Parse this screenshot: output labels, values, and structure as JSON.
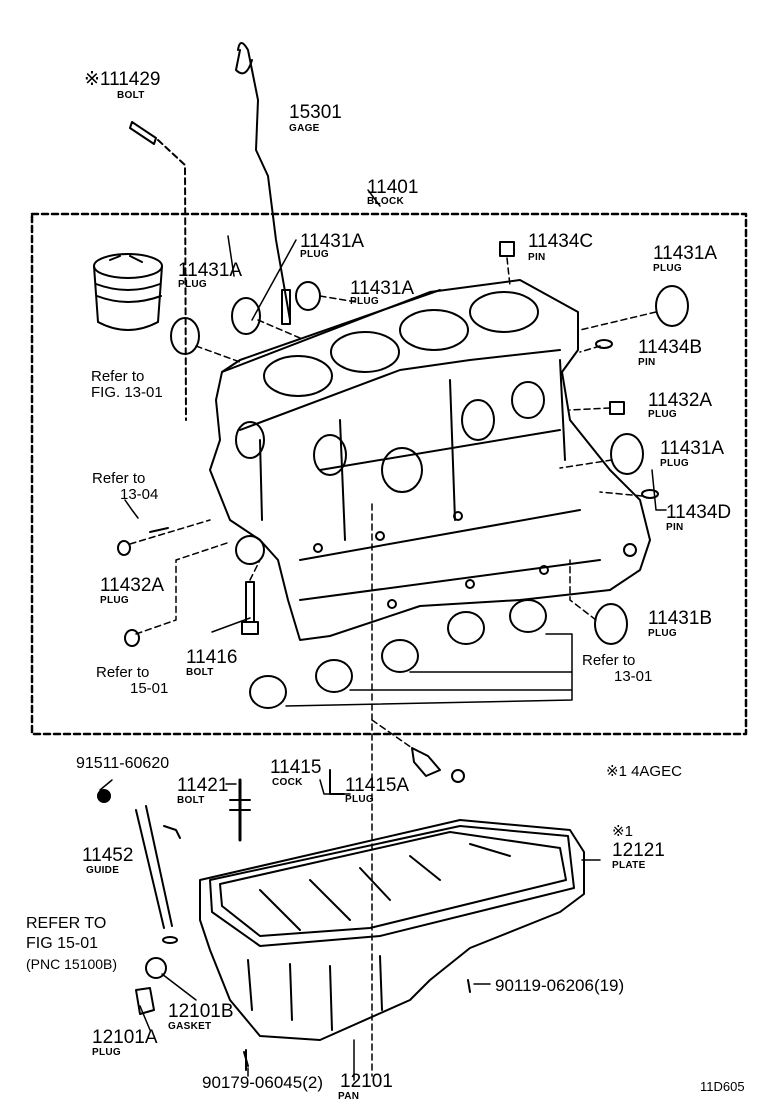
{
  "labels": {
    "p111429": "※111429",
    "bolt_111429": "BOLT",
    "p15301": "15301",
    "gage": "GAGE",
    "p11401": "11401",
    "block": "BLOCK",
    "p11431A_mid": "11431A",
    "plug_mid": "PLUG",
    "p11431A_left": "11431A",
    "plug_left": "PLUG",
    "p11431A_small": "11431A",
    "plug_small": "PLUG",
    "p11434C": "11434C",
    "pin_c": "PIN",
    "p11431A_right": "11431A",
    "plug_right": "PLUG",
    "p11434B": "11434B",
    "pin_b": "PIN",
    "p11432A_right": "11432A",
    "plug_11432A_right": "PLUG",
    "p11431A_right2": "11431A",
    "plug_right2": "PLUG",
    "p11434D": "11434D",
    "pin_d": "PIN",
    "ref_13_01_a1": "Refer to",
    "ref_13_01_a2": "FIG. 13-01",
    "ref_13_04_1": "Refer to",
    "ref_13_04_2": "13-04",
    "p11432A_left": "11432A",
    "plug_11432A_left": "PLUG",
    "ref_15_01_1": "Refer to",
    "ref_15_01_2": "15-01",
    "p11416": "11416",
    "bolt_11416": "BOLT",
    "p11431B": "11431B",
    "plug_11431B": "PLUG",
    "ref_13_01_b1": "Refer to",
    "ref_13_01_b2": "13-01",
    "p91511": "91511-60620",
    "p11421": "11421",
    "bolt_11421": "BOLT",
    "p11415": "11415",
    "cock": "COCK",
    "p11415A": "11415A",
    "plug_11415A": "PLUG",
    "note_4agec": "※1  4AGEC",
    "mark1": "※1",
    "p12121": "12121",
    "plate": "PLATE",
    "p11452": "11452",
    "guide": "GUIDE",
    "refer_to": "REFER TO",
    "fig_15_01": "FIG 15-01",
    "pnc": "(PNC 15100B)",
    "p90119": "90119-06206(19)",
    "p12101B": "12101B",
    "gasket": "GASKET",
    "p12101A": "12101A",
    "plug_12101A": "PLUG",
    "p90179": "90179-06045(2)",
    "p12101": "12101",
    "pan": "PAN",
    "code": "11D605"
  }
}
